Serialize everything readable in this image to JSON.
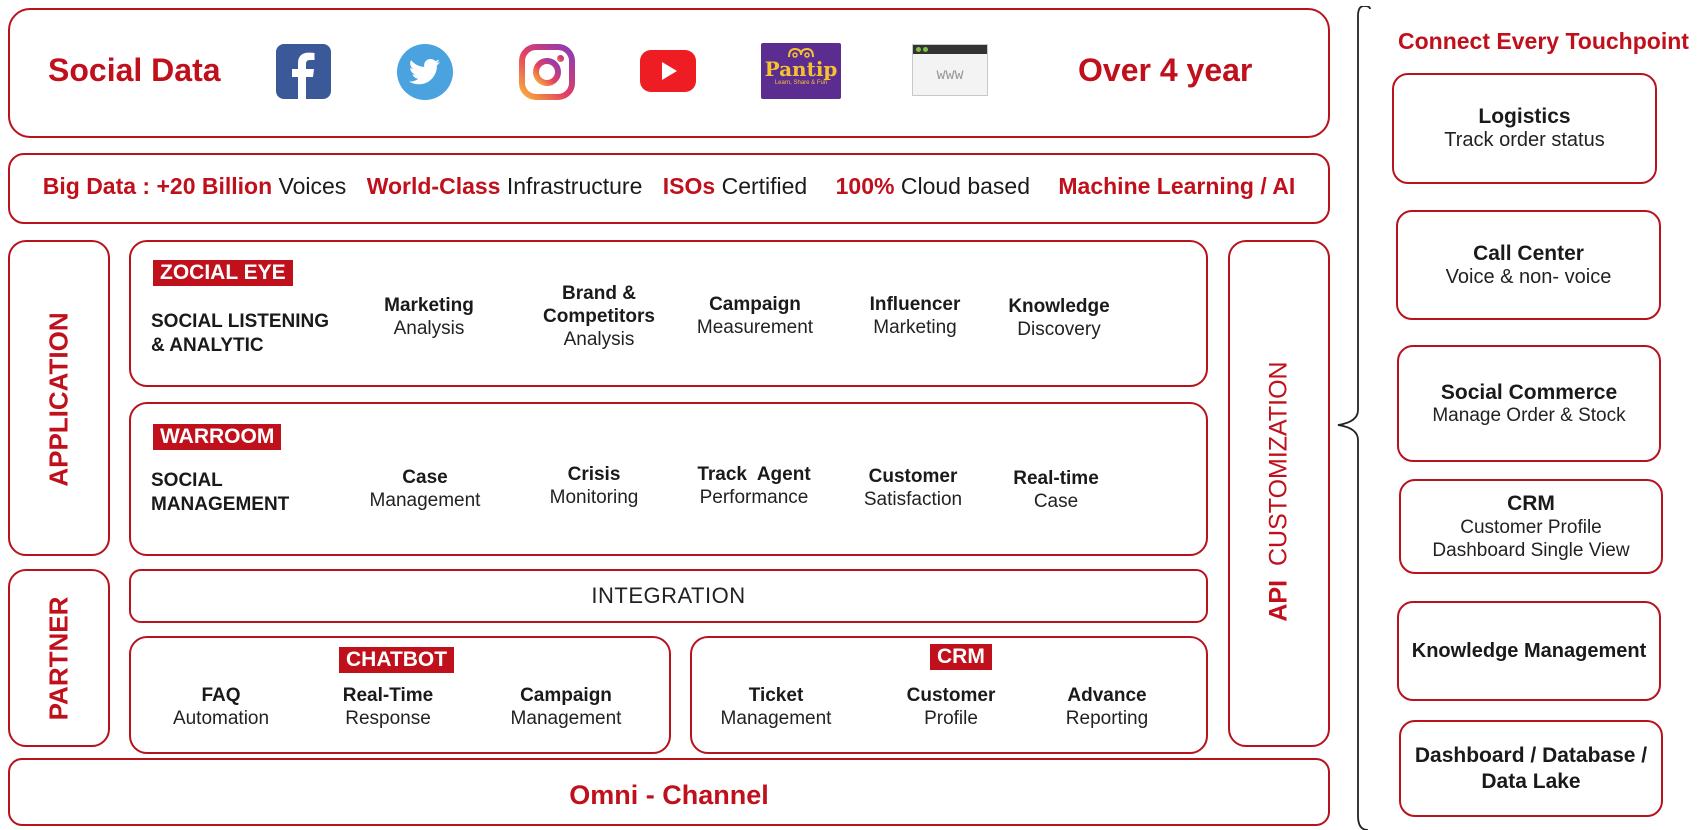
{
  "header": {
    "title": "Social Data",
    "period": "Over 4 year",
    "sources": [
      "facebook-icon",
      "twitter-icon",
      "instagram-icon",
      "youtube-icon",
      "pantip-logo",
      "website-icon"
    ],
    "pantip_logo": {
      "name": "Pantip",
      "tagline": "Learn, Share & Fun"
    },
    "website_text": "www"
  },
  "bigdata": [
    {
      "bold": "Big Data : +20 Billion",
      "text": "Voices"
    },
    {
      "bold": "World-Class",
      "text": "Infrastructure"
    },
    {
      "bold": "ISOs",
      "text": "Certified"
    },
    {
      "bold": "100%",
      "text": "Cloud based"
    },
    {
      "bold": "Machine Learning / AI",
      "text": ""
    }
  ],
  "labels": {
    "application": "APPLICATION",
    "partner": "PARTNER",
    "api_bold": "API",
    "api_rest": "CUSTOMIZATION",
    "integration": "INTEGRATION",
    "omni": "Omni - Channel",
    "touchpoint": "Connect Every Touchpoint"
  },
  "zocialeye": {
    "tag": "ZOCIAL EYE",
    "lead": "SOCIAL LISTENING\n& ANALYTIC",
    "items": [
      {
        "t": "Marketing",
        "s": "Analysis"
      },
      {
        "t": "Brand &\nCompetitors",
        "s": "Analysis"
      },
      {
        "t": "Campaign",
        "s": "Measurement"
      },
      {
        "t": "Influencer",
        "s": "Marketing"
      },
      {
        "t": "Knowledge",
        "s": "Discovery"
      }
    ]
  },
  "warroom": {
    "tag": "WARROOM",
    "lead": "SOCIAL\nMANAGEMENT",
    "items": [
      {
        "t": "Case",
        "s": "Management"
      },
      {
        "t": "Crisis",
        "s": "Monitoring"
      },
      {
        "t": "Track  Agent",
        "s": "Performance"
      },
      {
        "t": "Customer",
        "s": "Satisfaction"
      },
      {
        "t": "Real-time",
        "s": "Case"
      }
    ]
  },
  "chatbot": {
    "tag": "CHATBOT",
    "items": [
      {
        "t": "FAQ",
        "s": "Automation"
      },
      {
        "t": "Real-Time",
        "s": "Response"
      },
      {
        "t": "Campaign",
        "s": "Management"
      }
    ]
  },
  "crm_partner": {
    "tag": "CRM",
    "items": [
      {
        "t": "Ticket",
        "s": "Management"
      },
      {
        "t": "Customer",
        "s": "Profile"
      },
      {
        "t": "Advance",
        "s": "Reporting"
      }
    ]
  },
  "touchpoints": [
    {
      "t": "Logistics",
      "s": "Track order status"
    },
    {
      "t": "Call Center",
      "s": "Voice & non- voice"
    },
    {
      "t": "Social Commerce",
      "s": "Manage Order & Stock"
    },
    {
      "t": "CRM",
      "s": "Customer Profile\nDashboard Single View"
    },
    {
      "t": "Knowledge Management",
      "s": ""
    },
    {
      "t": "Dashboard / Database /\nData Lake",
      "s": ""
    }
  ],
  "colors": {
    "accent": "#c0101c",
    "facebook": "#3b5998",
    "twitter": "#4aa3df",
    "youtube": "#ee1d23",
    "pantip": "#5b2d91"
  }
}
